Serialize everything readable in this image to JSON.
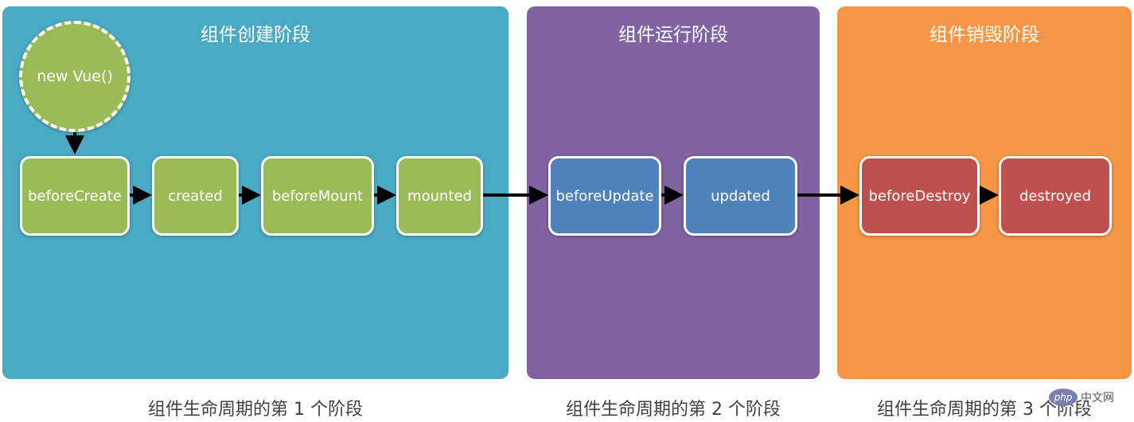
{
  "colors": {
    "creation_panel": "#4aaac4",
    "running_panel": "#8064a2",
    "destroy_panel": "#f79646",
    "green_node": "#9bbb59",
    "blue_node": "#4f81bd",
    "red_node": "#c0504d"
  },
  "panels": {
    "creation": {
      "title": "组件创建阶段",
      "stage_label": "组件生命周期的第 1 个阶段"
    },
    "running": {
      "title": "组件运行阶段",
      "stage_label": "组件生命周期的第 2 个阶段"
    },
    "destroy": {
      "title": "组件销毁阶段",
      "stage_label": "组件生命周期的第 3 个阶段"
    }
  },
  "start_node": "new Vue()",
  "nodes": {
    "before_create": "beforeCreate",
    "created": "created",
    "before_mount": "beforeMount",
    "mounted": "mounted",
    "before_update": "beforeUpdate",
    "updated": "updated",
    "before_destroy": "beforeDestroy",
    "destroyed": "destroyed"
  },
  "watermark": {
    "logo": "php",
    "text": "中文网"
  }
}
